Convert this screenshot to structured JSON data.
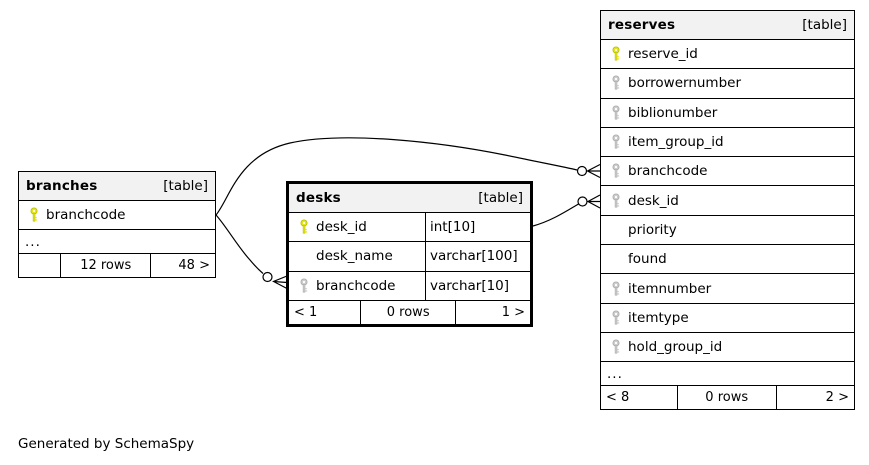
{
  "diagram": {
    "generated_by": "Generated by SchemaSpy",
    "colors": {
      "header_bg": "#f2f2f2",
      "border": "#000000",
      "primary_key": "#e4e618",
      "foreign_key": "#cccccc",
      "background": "#ffffff"
    },
    "tables": [
      {
        "id": "branches",
        "name": "branches",
        "type_label": "[table]",
        "columns": [
          {
            "name": "branchcode",
            "key": "primary",
            "type": ""
          }
        ],
        "truncated": "...",
        "footer": {
          "left": "",
          "center": "12 rows",
          "right": "48 >"
        }
      },
      {
        "id": "desks",
        "name": "desks",
        "type_label": "[table]",
        "columns": [
          {
            "name": "desk_id",
            "key": "primary",
            "type": "int[10]"
          },
          {
            "name": "desk_name",
            "key": "none",
            "type": "varchar[100]"
          },
          {
            "name": "branchcode",
            "key": "foreign",
            "type": "varchar[10]"
          }
        ],
        "truncated": "",
        "footer": {
          "left": "< 1",
          "center": "0 rows",
          "right": "1 >"
        }
      },
      {
        "id": "reserves",
        "name": "reserves",
        "type_label": "[table]",
        "columns": [
          {
            "name": "reserve_id",
            "key": "primary",
            "type": ""
          },
          {
            "name": "borrowernumber",
            "key": "foreign",
            "type": ""
          },
          {
            "name": "biblionumber",
            "key": "foreign",
            "type": ""
          },
          {
            "name": "item_group_id",
            "key": "foreign",
            "type": ""
          },
          {
            "name": "branchcode",
            "key": "foreign",
            "type": ""
          },
          {
            "name": "desk_id",
            "key": "foreign",
            "type": ""
          },
          {
            "name": "priority",
            "key": "none",
            "type": ""
          },
          {
            "name": "found",
            "key": "none",
            "type": ""
          },
          {
            "name": "itemnumber",
            "key": "foreign",
            "type": ""
          },
          {
            "name": "itemtype",
            "key": "foreign",
            "type": ""
          },
          {
            "name": "hold_group_id",
            "key": "foreign",
            "type": ""
          }
        ],
        "truncated": "...",
        "footer": {
          "left": "< 8",
          "center": "0 rows",
          "right": "2 >"
        }
      }
    ],
    "relationships": [
      {
        "from": "branches.branchcode",
        "to": "reserves.branchcode",
        "cardinality": "zero-or-many"
      },
      {
        "from": "branches.branchcode",
        "to": "desks.branchcode",
        "cardinality": "zero-or-many"
      },
      {
        "from": "desks.desk_id",
        "to": "reserves.desk_id",
        "cardinality": "zero-or-many"
      }
    ]
  }
}
